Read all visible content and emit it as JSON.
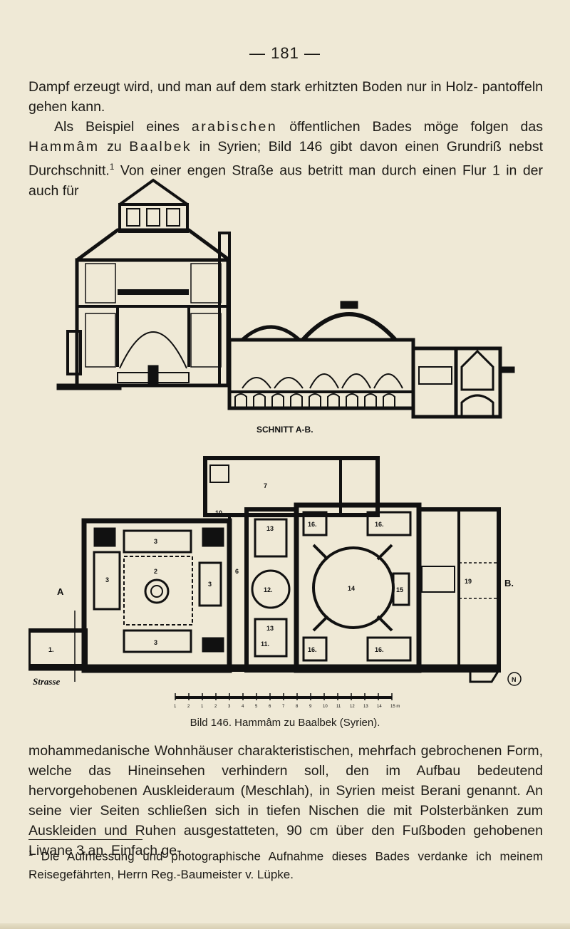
{
  "page": {
    "number": "— 181 —"
  },
  "intro": {
    "line1": "Dampf erzeugt wird, und man auf dem stark erhitzten Boden nur in Holz- pantoffeln gehen kann.",
    "p2_pre": "Als Beispiel eines ",
    "p2_spaced": "arabischen",
    "p2_mid": " öffentlichen Bades möge folgen das ",
    "p2_name": "Hammâm",
    "p2_zu": " zu ",
    "p2_city": "Baalbek",
    "p2_rest": " in Syrien; Bild 146 gibt davon einen Grundriß nebst Durchschnitt.",
    "p2_sup": "1",
    "p2_tail": " Von einer engen Straße aus betritt man durch einen Flur 1 in der auch für"
  },
  "figure": {
    "section_label": "SCHNITT A-B.",
    "label_a": "A",
    "label_b": "B.",
    "label_strasse": "Strasse",
    "north_mark": "N",
    "scale_numbers": [
      "1",
      "2",
      "1",
      "2",
      "3",
      "4",
      "5",
      "6",
      "7",
      "8",
      "9",
      "10",
      "11",
      "12",
      "13",
      "14",
      "15 m"
    ],
    "rooms": {
      "r1": "1.",
      "r2": "2",
      "r3a": "3",
      "r3b": "3",
      "r3c": "3",
      "r3d": "3",
      "r6": "6",
      "r7": "7",
      "r10": "10",
      "r11": "11.",
      "r12": "12.",
      "r13a": "13",
      "r13b": "13",
      "r14": "14",
      "r15": "15",
      "r16a": "16.",
      "r16b": "16.",
      "r16c": "16.",
      "r16d": "16.",
      "r19": "19"
    },
    "caption": "Bild 146. Hammâm zu Baalbek (Syrien)."
  },
  "body": {
    "text": "mohammedanische Wohnhäuser charakteristischen, mehrfach gebrochenen Form, welche das Hineinsehen verhindern soll, den im Aufbau bedeutend hervorgehobenen Auskleideraum (Meschlah), in Syrien meist Berani genannt. An seine vier Seiten schließen sich in tiefen Nischen die mit Polsterbänken zum Auskleiden und Ruhen ausgestatteten, 90 cm über den Fußboden gehobenen Liwane 3 an. Einfach ge-"
  },
  "footnote": {
    "mark": "1",
    "text": " Die Aufmessung und photographische Aufnahme dieses Bades verdanke ich meinem Reisegefährten, Herrn Reg.-Baumeister v. Lüpke."
  }
}
